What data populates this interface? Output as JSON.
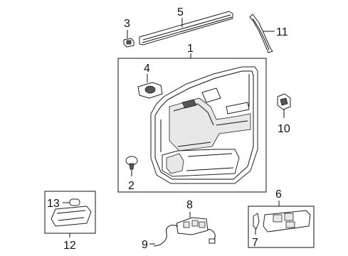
{
  "diagram": {
    "callouts": [
      {
        "id": "c1",
        "text": "1"
      },
      {
        "id": "c2",
        "text": "2"
      },
      {
        "id": "c3",
        "text": "3"
      },
      {
        "id": "c4",
        "text": "4"
      },
      {
        "id": "c5",
        "text": "5"
      },
      {
        "id": "c6",
        "text": "6"
      },
      {
        "id": "c7",
        "text": "7"
      },
      {
        "id": "c8",
        "text": "8"
      },
      {
        "id": "c9",
        "text": "9"
      },
      {
        "id": "c10",
        "text": "10"
      },
      {
        "id": "c11",
        "text": "11"
      },
      {
        "id": "c12",
        "text": "12"
      },
      {
        "id": "c13",
        "text": "13"
      }
    ]
  }
}
